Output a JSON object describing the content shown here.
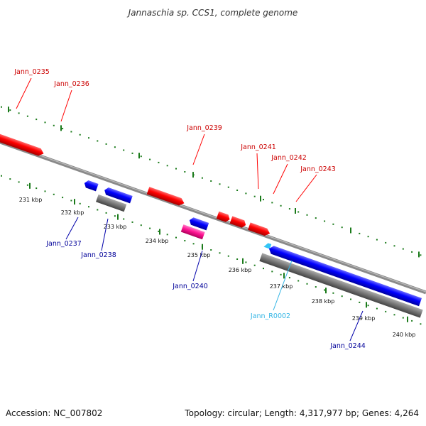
{
  "title": "Jannaschia sp. CCS1, complete genome",
  "footer": {
    "accession": "Accession: NC_007802",
    "summary": "Topology: circular; Length: 4,317,977 bp; Genes: 4,264"
  },
  "colors": {
    "forward_gene": "#ff0000",
    "reverse_gene": "#0000ff",
    "rna_gene": "#ff1493",
    "trna_gene": "#00bfff",
    "cds_bar": "#777777",
    "backbone": "#8a8a8a",
    "tick": "#1a7a1a",
    "forward_label": "#cc0000",
    "reverse_label": "#000099",
    "trna_label": "#33b5e5"
  },
  "kbp_ticks": [
    "231 kbp",
    "232 kbp",
    "233 kbp",
    "234 kbp",
    "235 kbp",
    "236 kbp",
    "237 kbp",
    "238 kbp",
    "239 kbp",
    "240 kbp"
  ],
  "forward_genes": [
    {
      "label": "Jann_0235"
    },
    {
      "label": "Jann_0236"
    },
    {
      "label": "Jann_0239"
    },
    {
      "label": "Jann_0241"
    },
    {
      "label": "Jann_0242"
    },
    {
      "label": "Jann_0243"
    }
  ],
  "reverse_genes": [
    {
      "label": "Jann_0237"
    },
    {
      "label": "Jann_0238"
    },
    {
      "label": "Jann_0240"
    },
    {
      "label": "Jann_R0002"
    },
    {
      "label": "Jann_0244"
    }
  ]
}
